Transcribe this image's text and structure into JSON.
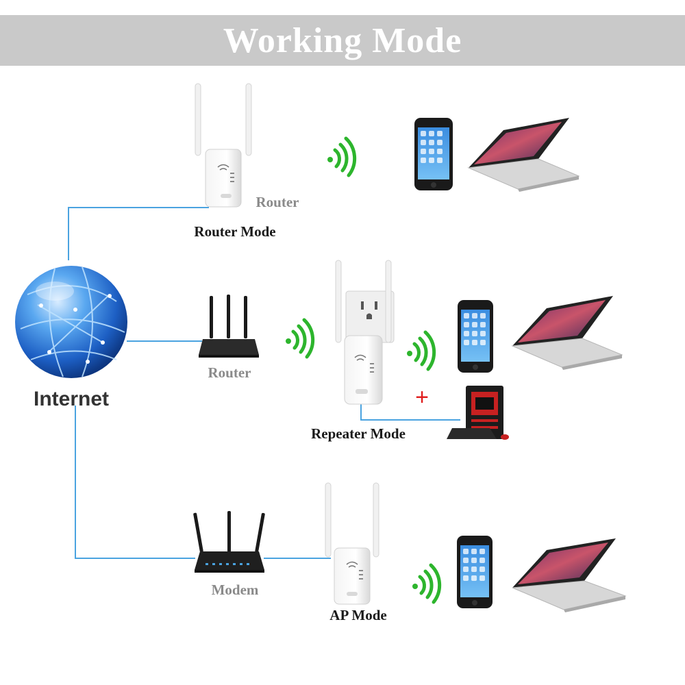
{
  "header": {
    "title": "Working Mode"
  },
  "internet": {
    "label": "Internet"
  },
  "router_mode": {
    "device_label": "Router",
    "mode_label": "Router Mode"
  },
  "repeater_mode": {
    "source_label": "Router",
    "mode_label": "Repeater Mode",
    "plus_symbol": "+"
  },
  "ap_mode": {
    "source_label": "Modem",
    "mode_label": "AP Mode"
  },
  "colors": {
    "link_line": "#4aa3e0",
    "banner": "#c9c9c9",
    "signal": "#2db52d",
    "plus": "#e02020"
  }
}
